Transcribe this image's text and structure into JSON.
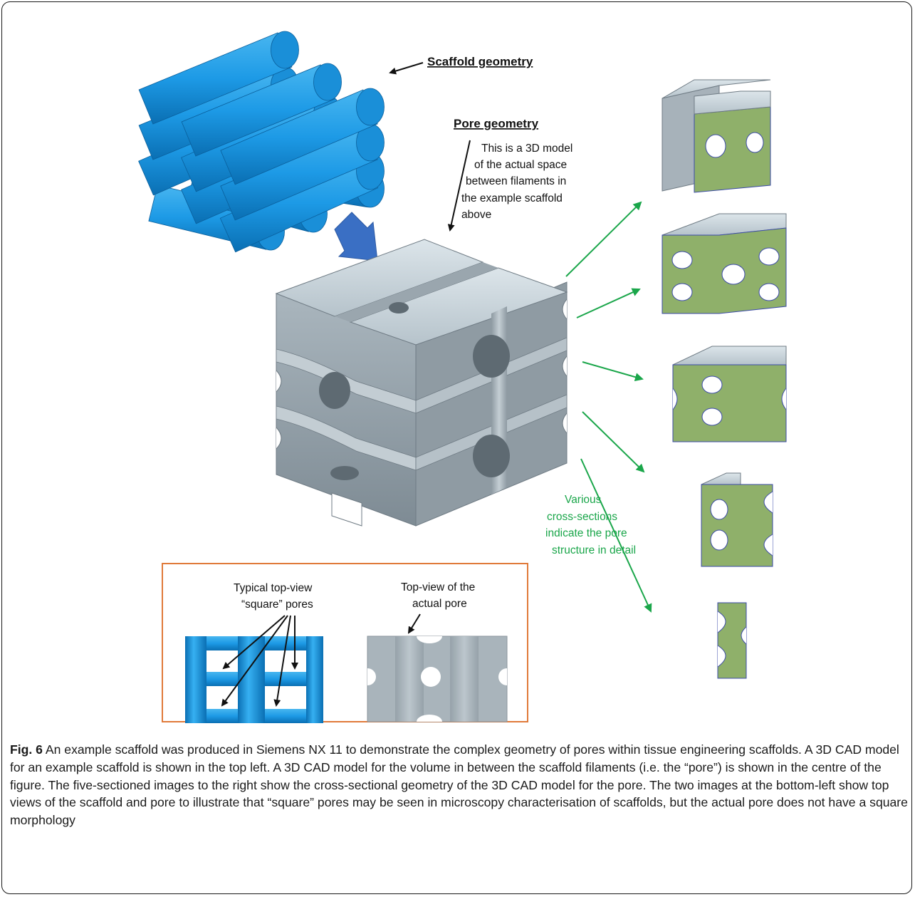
{
  "labels": {
    "scaffold_geometry": "Scaffold geometry",
    "pore_geometry": "Pore geometry",
    "pore_description": [
      "This is a 3D model",
      "of the actual space",
      "between filaments in",
      "the example scaffold",
      "above"
    ],
    "cross_sections_note": [
      "Various",
      "cross-sections",
      "indicate the pore",
      "structure in detail"
    ],
    "typical_top_view": [
      "Typical top-view",
      "“square” pores"
    ],
    "actual_top_view": [
      "Top-view of the",
      "actual pore"
    ]
  },
  "caption": {
    "fig_label": "Fig. 6",
    "text": " An example scaffold was produced in Siemens NX 11 to demonstrate the complex geometry of pores within tissue engineering scaffolds. A 3D CAD model for an example scaffold is shown in the top left. A 3D CAD model for the volume in between the scaffold filaments (i.e. the “pore”) is shown in the centre of the figure. The five-sectioned images to the right show the cross-sectional geometry of the 3D CAD model for the pore. The two images at the bottom-left show top views of the scaffold and pore to illustrate that “square” pores may be seen in microscopy characterisation of scaffolds, but the actual pore does not have a square morphology"
  },
  "colors": {
    "filament": "#1e9be6",
    "filament_dark": "#0b6db0",
    "pore_grey": "#9faab2",
    "pore_light": "#cfd9df",
    "section_green": "#8fb06a",
    "arrow_green": "#1aa64a",
    "inset_border": "#e07a3a",
    "big_arrow": "#3a6fc4"
  }
}
